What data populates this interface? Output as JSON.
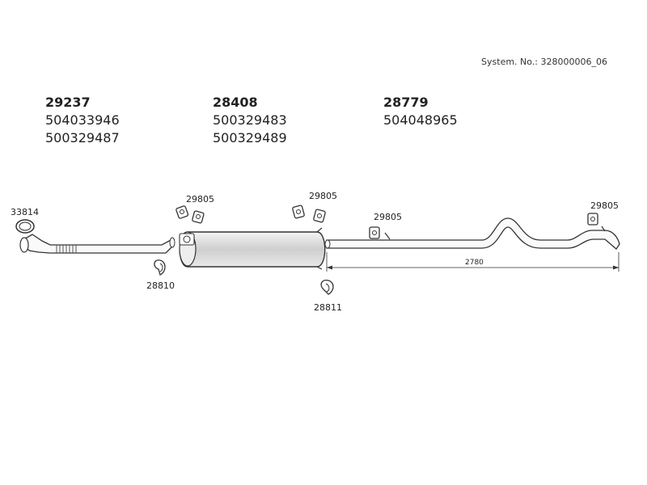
{
  "system_no": "System. No.: 328000006_06",
  "groups": [
    {
      "main": "29237",
      "subs": [
        "504033946",
        "500329487"
      ]
    },
    {
      "main": "28408",
      "subs": [
        "500329483",
        "500329489"
      ]
    },
    {
      "main": "28779",
      "subs": [
        "504048965"
      ]
    }
  ],
  "parts": {
    "p33814": "33814",
    "p29805_a": "29805",
    "p28810": "28810",
    "p29805_b": "29805",
    "p28811": "28811",
    "p29805_c": "29805",
    "p29805_d": "29805"
  },
  "dimension": "2780"
}
